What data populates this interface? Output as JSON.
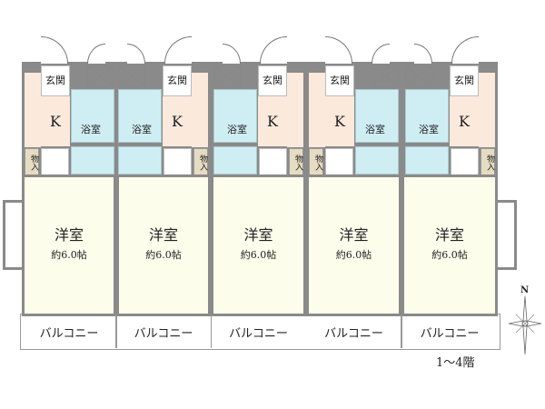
{
  "units": [
    {
      "entrance": "玄関",
      "kitchen": "K",
      "bath": "浴室",
      "storage": "物入",
      "room": "洋室",
      "room_size": "約6.0帖",
      "balcony": "バルコニー"
    },
    {
      "entrance": "玄関",
      "kitchen": "K",
      "bath": "浴室",
      "storage": "物入",
      "room": "洋室",
      "room_size": "約6.0帖",
      "balcony": "バルコニー"
    },
    {
      "entrance": "玄関",
      "kitchen": "K",
      "bath": "浴室",
      "storage": "物入",
      "room": "洋室",
      "room_size": "約6.0帖",
      "balcony": "バルコニー"
    },
    {
      "entrance": "玄関",
      "kitchen": "K",
      "bath": "浴室",
      "storage": "物入",
      "room": "洋室",
      "room_size": "約6.0帖",
      "balcony": "バルコニー"
    },
    {
      "entrance": "玄関",
      "kitchen": "K",
      "bath": "浴室",
      "storage": "物入",
      "room": "洋室",
      "room_size": "約6.0帖",
      "balcony": "バルコニー"
    }
  ],
  "compass": {
    "label": "N"
  },
  "floors_label": "1～4階",
  "colors": {
    "wall": "#8a8a8a",
    "room": "#fdfdec",
    "kitchen": "#fbe9dc",
    "bath": "#cfeef3",
    "storage": "#e6dcc2"
  }
}
